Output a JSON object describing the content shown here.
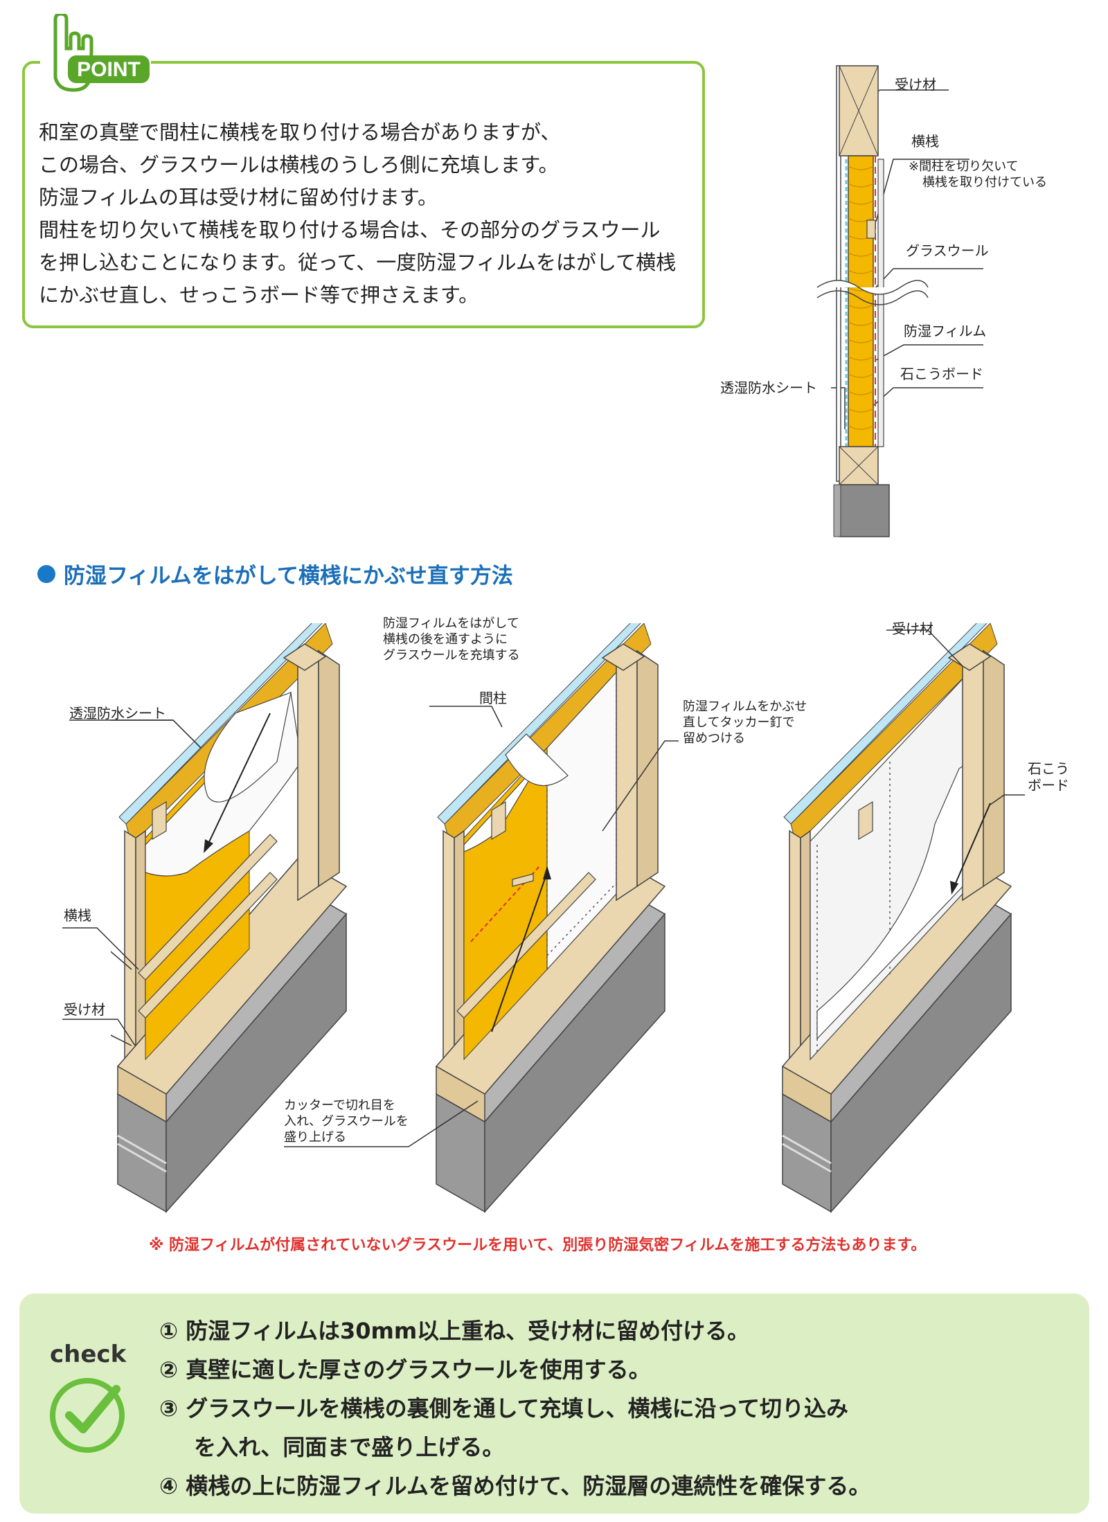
{
  "point": {
    "logo_text": "POINT",
    "lines": [
      "和室の真壁で間柱に横桟を取り付ける場合がありますが、",
      "この場合、グラスウールは横桟のうしろ側に充填します。",
      "防湿フィルムの耳は受け材に留め付けます。",
      "間柱を切り欠いて横桟を取り付ける場合は、その部分のグラスウール",
      "を押し込むことになります。従って、一度防湿フィルムをはがして横桟",
      "にかぶせ直し、せっこうボード等で押さえます。"
    ]
  },
  "section_diagram": {
    "labels": {
      "ukezai": "受け材",
      "yokosan": "横桟",
      "yokosan_note_1": "※間柱を切り欠いて",
      "yokosan_note_2": "横桟を取り付けている",
      "glasswool": "グラスウール",
      "film": "防湿フィルム",
      "sekko": "石こうボード",
      "sheet": "透湿防水シート"
    }
  },
  "heading": "防湿フィルムをはがして横桟にかぶせ直す方法",
  "panel1": {
    "sheet": "透湿防水シート",
    "yokosan": "横桟",
    "ukezai": "受け材",
    "top_note_1": "防湿フィルムをはがして",
    "top_note_2": "横桟の後を通すように",
    "top_note_3": "グラスウールを充填する"
  },
  "panel2": {
    "mabashira": "間柱",
    "note_1": "防湿フィルムをかぶせ",
    "note_2": "直してタッカー釘で",
    "note_3": "留めつける",
    "cut_1": "カッターで切れ目を",
    "cut_2": "入れ、グラスウールを",
    "cut_3": "盛り上げる"
  },
  "panel3": {
    "ukezai": "受け材",
    "board_1": "石こう",
    "board_2": "ボード"
  },
  "note_red": "※ 防湿フィルムが付属されていないグラスウールを用いて、別張り防湿気密フィルムを施工する方法もあります。",
  "check": {
    "label": "check",
    "items": [
      "① 防湿フィルムは30mm以上重ね、受け材に留め付ける。",
      "② 真壁に適した厚さのグラスウールを使用する。",
      "③ グラスウールを横桟の裏側を通して充填し、横桟に沿って切り込み",
      "を入れ、同面まで盛り上げる。",
      "④ 横桟の上に防湿フィルムを留め付けて、防湿層の連続性を確保する。"
    ]
  },
  "colors": {
    "green": "#8cc63f",
    "blue": "#1a6fb8",
    "red": "#e0312d",
    "wood": "#ead7b0",
    "insulation": "#f5b800",
    "concrete": "#8a8a8a",
    "check_bg": "#dcefc4"
  }
}
